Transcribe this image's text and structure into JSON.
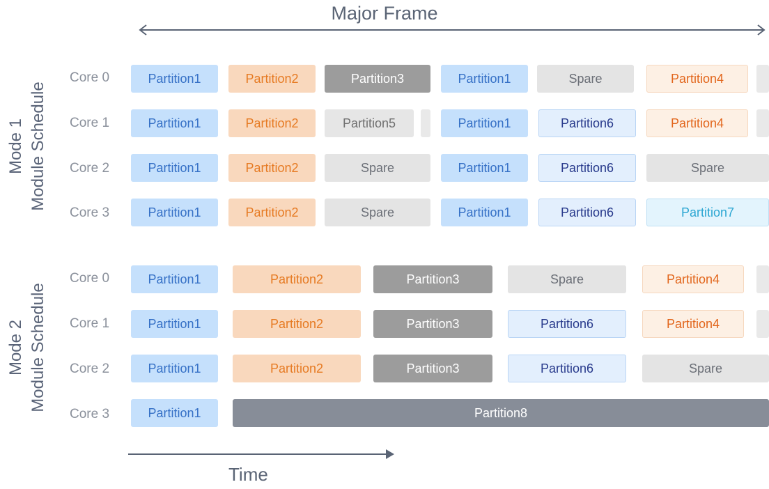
{
  "diagram": {
    "title": "Major Frame",
    "time_label": "Time",
    "modes": [
      {
        "label_line1": "Mode 1",
        "label_line2": "Module Schedule",
        "cores": [
          {
            "label": "Core 0",
            "blocks": [
              {
                "text": "Partition1",
                "style": "c-blue"
              },
              {
                "text": "Partition2",
                "style": "c-orange"
              },
              {
                "text": "Partition3",
                "style": "c-gray"
              },
              {
                "text": "Partition1",
                "style": "c-blue"
              },
              {
                "text": "Spare",
                "style": "c-spare"
              },
              {
                "text": "Partition4",
                "style": "c-orangelight"
              },
              {
                "text": "",
                "style": "c-stub"
              }
            ]
          },
          {
            "label": "Core 1",
            "blocks": [
              {
                "text": "Partition1",
                "style": "c-blue"
              },
              {
                "text": "Partition2",
                "style": "c-orange"
              },
              {
                "text": "Partition5",
                "style": "c-light"
              },
              {
                "text": "",
                "style": "c-stub"
              },
              {
                "text": "Partition1",
                "style": "c-blue"
              },
              {
                "text": "Partition6",
                "style": "c-blue6"
              },
              {
                "text": "Partition4",
                "style": "c-orangelight"
              },
              {
                "text": "",
                "style": "c-stub"
              }
            ]
          },
          {
            "label": "Core 2",
            "blocks": [
              {
                "text": "Partition1",
                "style": "c-blue"
              },
              {
                "text": "Partition2",
                "style": "c-orange"
              },
              {
                "text": "Spare",
                "style": "c-spare"
              },
              {
                "text": "Partition1",
                "style": "c-blue"
              },
              {
                "text": "Partition6",
                "style": "c-blue6"
              },
              {
                "text": "Spare",
                "style": "c-spare"
              }
            ]
          },
          {
            "label": "Core 3",
            "blocks": [
              {
                "text": "Partition1",
                "style": "c-blue"
              },
              {
                "text": "Partition2",
                "style": "c-orange"
              },
              {
                "text": "Spare",
                "style": "c-spare"
              },
              {
                "text": "Partition1",
                "style": "c-blue"
              },
              {
                "text": "Partition6",
                "style": "c-blue6"
              },
              {
                "text": "Partition7",
                "style": "c-cyan"
              }
            ]
          }
        ]
      },
      {
        "label_line1": "Mode 2",
        "label_line2": "Module Schedule",
        "cores": [
          {
            "label": "Core 0",
            "blocks": [
              {
                "text": "Partition1",
                "style": "c-blue"
              },
              {
                "text": "Partition2",
                "style": "c-orange"
              },
              {
                "text": "Partition3",
                "style": "c-gray"
              },
              {
                "text": "Spare",
                "style": "c-spare"
              },
              {
                "text": "Partition4",
                "style": "c-orangelight"
              },
              {
                "text": "",
                "style": "c-stub"
              }
            ]
          },
          {
            "label": "Core 1",
            "blocks": [
              {
                "text": "Partition1",
                "style": "c-blue"
              },
              {
                "text": "Partition2",
                "style": "c-orange"
              },
              {
                "text": "Partition3",
                "style": "c-gray"
              },
              {
                "text": "Partition6",
                "style": "c-blue6"
              },
              {
                "text": "Partition4",
                "style": "c-orangelight"
              },
              {
                "text": "",
                "style": "c-stub"
              }
            ]
          },
          {
            "label": "Core 2",
            "blocks": [
              {
                "text": "Partition1",
                "style": "c-blue"
              },
              {
                "text": "Partition2",
                "style": "c-orange"
              },
              {
                "text": "Partition3",
                "style": "c-gray"
              },
              {
                "text": "Partition6",
                "style": "c-blue6"
              },
              {
                "text": "Spare",
                "style": "c-spare"
              }
            ]
          },
          {
            "label": "Core 3",
            "blocks": [
              {
                "text": "Partition1",
                "style": "c-blue"
              },
              {
                "text": "Partition8",
                "style": "c-dark"
              }
            ]
          }
        ]
      }
    ]
  }
}
